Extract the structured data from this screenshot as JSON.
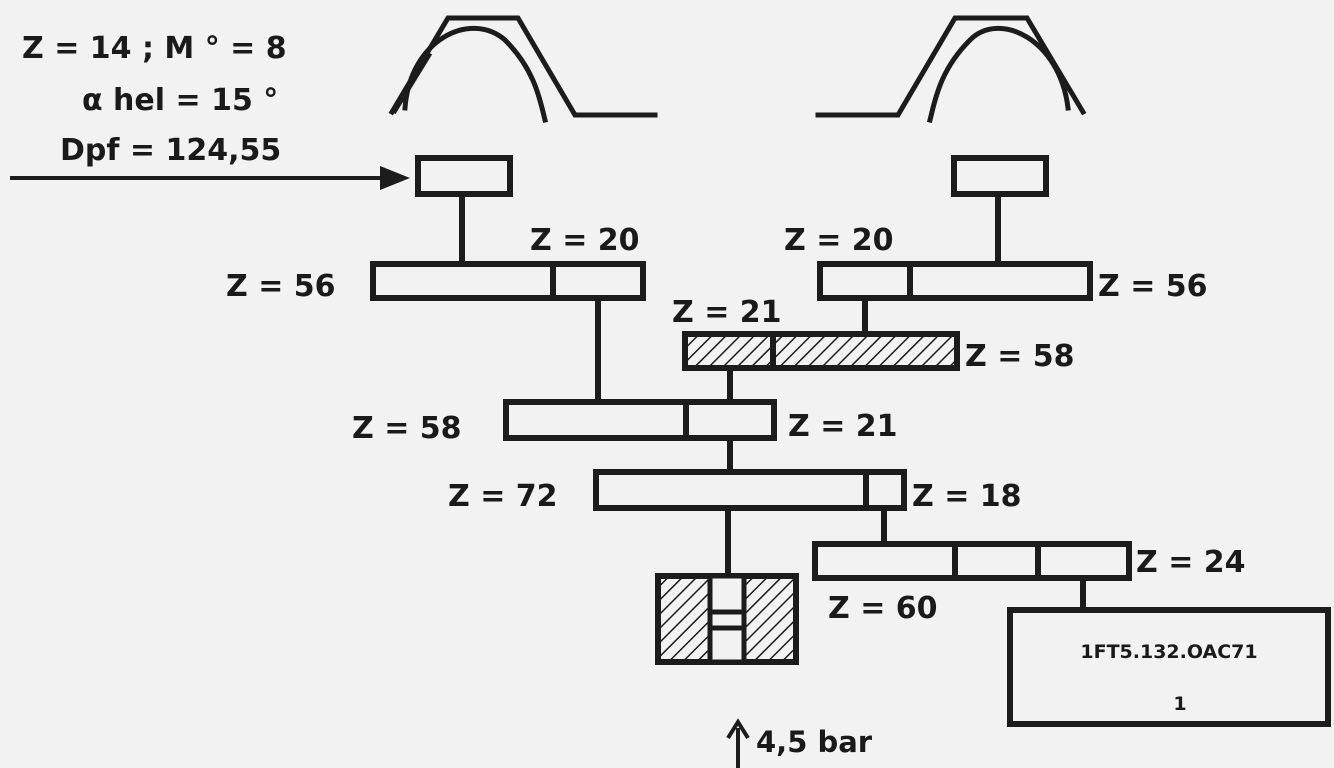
{
  "spec": {
    "line1": "Z = 14 ; M ° = 8",
    "line2": "α hel = 15 °",
    "line3": "Dpf = 124,55"
  },
  "gears": {
    "z56_left": "Z = 56",
    "z20_left": "Z = 20",
    "z20_right": "Z = 20",
    "z56_right": "Z = 56",
    "z21_top": "Z = 21",
    "z58_hatched": "Z = 58",
    "z58_mid": "Z = 58",
    "z21_mid": "Z = 21",
    "z72": "Z = 72",
    "z18": "Z = 18",
    "z24": "Z = 24",
    "z60": "Z = 60"
  },
  "motor": {
    "model": "1FT5.132.OAC71",
    "number": "1"
  },
  "pressure": "4,5 bar",
  "colors": {
    "ink": "#1c1c1c",
    "paper": "#f2f2f2"
  }
}
